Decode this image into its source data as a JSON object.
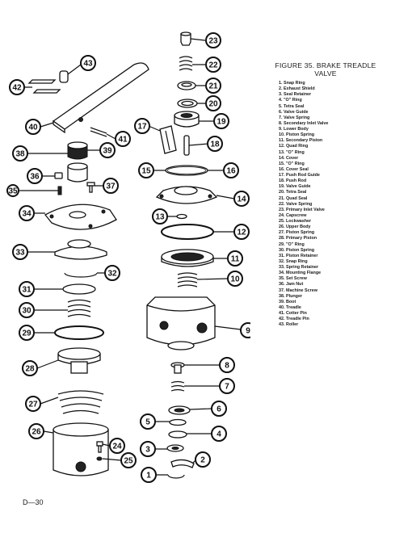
{
  "figure": {
    "title_line1": "FIGURE 35. BRAKE TREADLE",
    "title_line2": "VALVE"
  },
  "legend": [
    "1. Snap Ring",
    "2. Exhaust Shield",
    "3. Seal Retainer",
    "4. \"O\" Ring",
    "5. Tetra Seal",
    "6. Valve Guide",
    "7. Valve Spring",
    "8. Secondary Inlet Valve",
    "9. Lower Body",
    "10. Piston Spring",
    "11. Secondary Piston",
    "12. Quad Ring",
    "13. \"O\" Ring",
    "14. Cover",
    "15. \"O\" Ring",
    "16. Cover Seal",
    "17. Push Rod Guide",
    "18. Push Rod",
    "19. Valve Guide",
    "20. Tetra Seal",
    "21. Quad Seal",
    "22. Valve Spring",
    "23. Primary Inlet Valve",
    "24. Capscrew",
    "25. Lockwasher",
    "26. Upper Body",
    "27. Piston Spring",
    "28. Primary Piston",
    "29. \"O\" Ring",
    "30. Piston Spring",
    "31. Piston Retainer",
    "32. Snap Ring",
    "33. Spring Retainer",
    "34. Mounting Flange",
    "35. Set Screw",
    "36. Jam Nut",
    "37. Machine Screw",
    "38. Plunger",
    "39. Boot",
    "40. Treadle",
    "41. Cotter Pin",
    "42. Treadle Pin",
    "43. Roller"
  ],
  "callouts": [
    "1",
    "2",
    "3",
    "4",
    "5",
    "6",
    "7",
    "8",
    "9",
    "10",
    "11",
    "12",
    "13",
    "14",
    "15",
    "16",
    "17",
    "18",
    "19",
    "20",
    "21",
    "22",
    "23",
    "24",
    "25",
    "26",
    "27",
    "28",
    "29",
    "30",
    "31",
    "32",
    "33",
    "34",
    "35",
    "36",
    "37",
    "38",
    "39",
    "40",
    "41",
    "42",
    "43"
  ],
  "page_number": "D—30"
}
